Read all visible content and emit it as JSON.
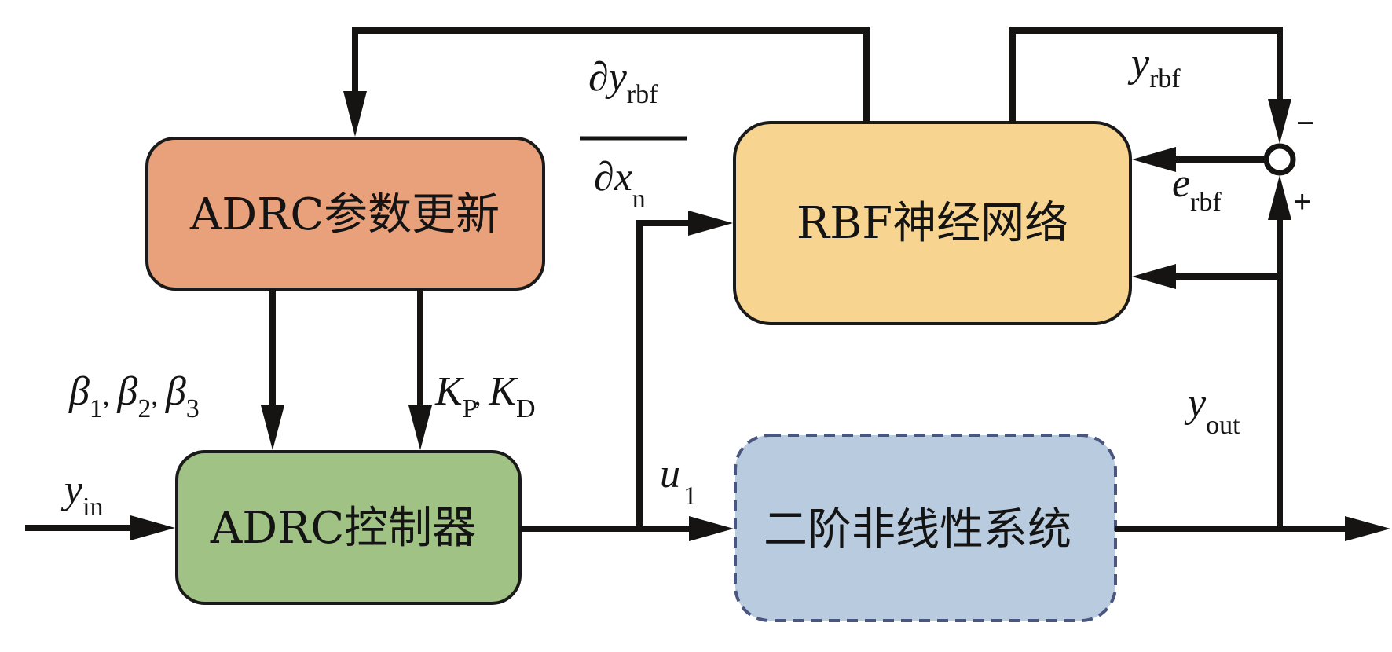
{
  "diagram": {
    "type": "control block diagram",
    "blocks": [
      {
        "id": "adrc_update",
        "label": "ADRC参数更新",
        "fill": "#e9a17c",
        "border": "#1a1a1a",
        "border_style": "solid"
      },
      {
        "id": "rbf_network",
        "label": "RBF神经网络",
        "fill": "#f7d48f",
        "border": "#1a1a1a",
        "border_style": "solid"
      },
      {
        "id": "adrc_controller",
        "label": "ADRC控制器",
        "fill": "#a0c285",
        "border": "#1a1a1a",
        "border_style": "solid"
      },
      {
        "id": "plant",
        "label": "二阶非线性系统",
        "fill": "#b8cbdf",
        "border": "#4a5580",
        "border_style": "dashed"
      }
    ],
    "summing_junction": {
      "minus_sign": "−",
      "plus_sign": "+"
    },
    "signals": {
      "y_in": {
        "symbol": "y",
        "sub": "in"
      },
      "u1": {
        "symbol": "u",
        "sub": "1"
      },
      "y_out": {
        "symbol": "y",
        "sub": "out"
      },
      "y_rbf": {
        "symbol": "y",
        "sub": "rbf"
      },
      "e_rbf": {
        "symbol": "e",
        "sub": "rbf"
      },
      "jacobian": {
        "num_partial": "∂",
        "num_symbol": "y",
        "num_sub": "rbf",
        "den_partial": "∂",
        "den_symbol": "x",
        "den_sub": "n"
      },
      "betas": {
        "b1": "β",
        "b1_sub": "1",
        "b2": "β",
        "b2_sub": "2",
        "b3": "β",
        "b3_sub": "3",
        "sep": ","
      },
      "gains": {
        "k1": "K",
        "k1_sub": "P",
        "k2": "K",
        "k2_sub": "D",
        "sep": ","
      }
    },
    "connections": [
      {
        "from": "input",
        "to": "adrc_controller",
        "label": "y_in"
      },
      {
        "from": "adrc_controller",
        "to": "plant",
        "label": "u1"
      },
      {
        "from": "adrc_controller",
        "to": "rbf_network",
        "label": "u1"
      },
      {
        "from": "plant",
        "to": "output",
        "label": "y_out"
      },
      {
        "from": "plant",
        "to": "rbf_network",
        "label": "y_out"
      },
      {
        "from": "plant",
        "to": "summing_junction",
        "sign": "+"
      },
      {
        "from": "rbf_network",
        "to": "summing_junction",
        "label": "y_rbf",
        "sign": "−"
      },
      {
        "from": "summing_junction",
        "to": "rbf_network",
        "label": "e_rbf"
      },
      {
        "from": "rbf_network",
        "to": "adrc_update",
        "label": "∂y_rbf/∂x_n"
      },
      {
        "from": "adrc_update",
        "to": "adrc_controller",
        "label": "β1, β2, β3"
      },
      {
        "from": "adrc_update",
        "to": "adrc_controller",
        "label": "KP, KD"
      }
    ]
  }
}
